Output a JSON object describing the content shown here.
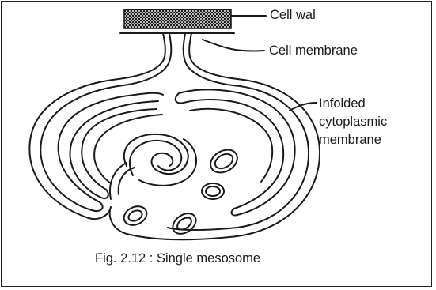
{
  "labels": {
    "cell_wall": "Cell wal",
    "cell_membrane": "Cell membrane",
    "infolded_line1": "Infolded",
    "infolded_line2": "cytoplasmic",
    "infolded_line3": "membrane"
  },
  "caption": "Fig. 2.12 : Single mesosome",
  "colors": {
    "ink": "#1a1a1a",
    "background": "#ffffff"
  }
}
